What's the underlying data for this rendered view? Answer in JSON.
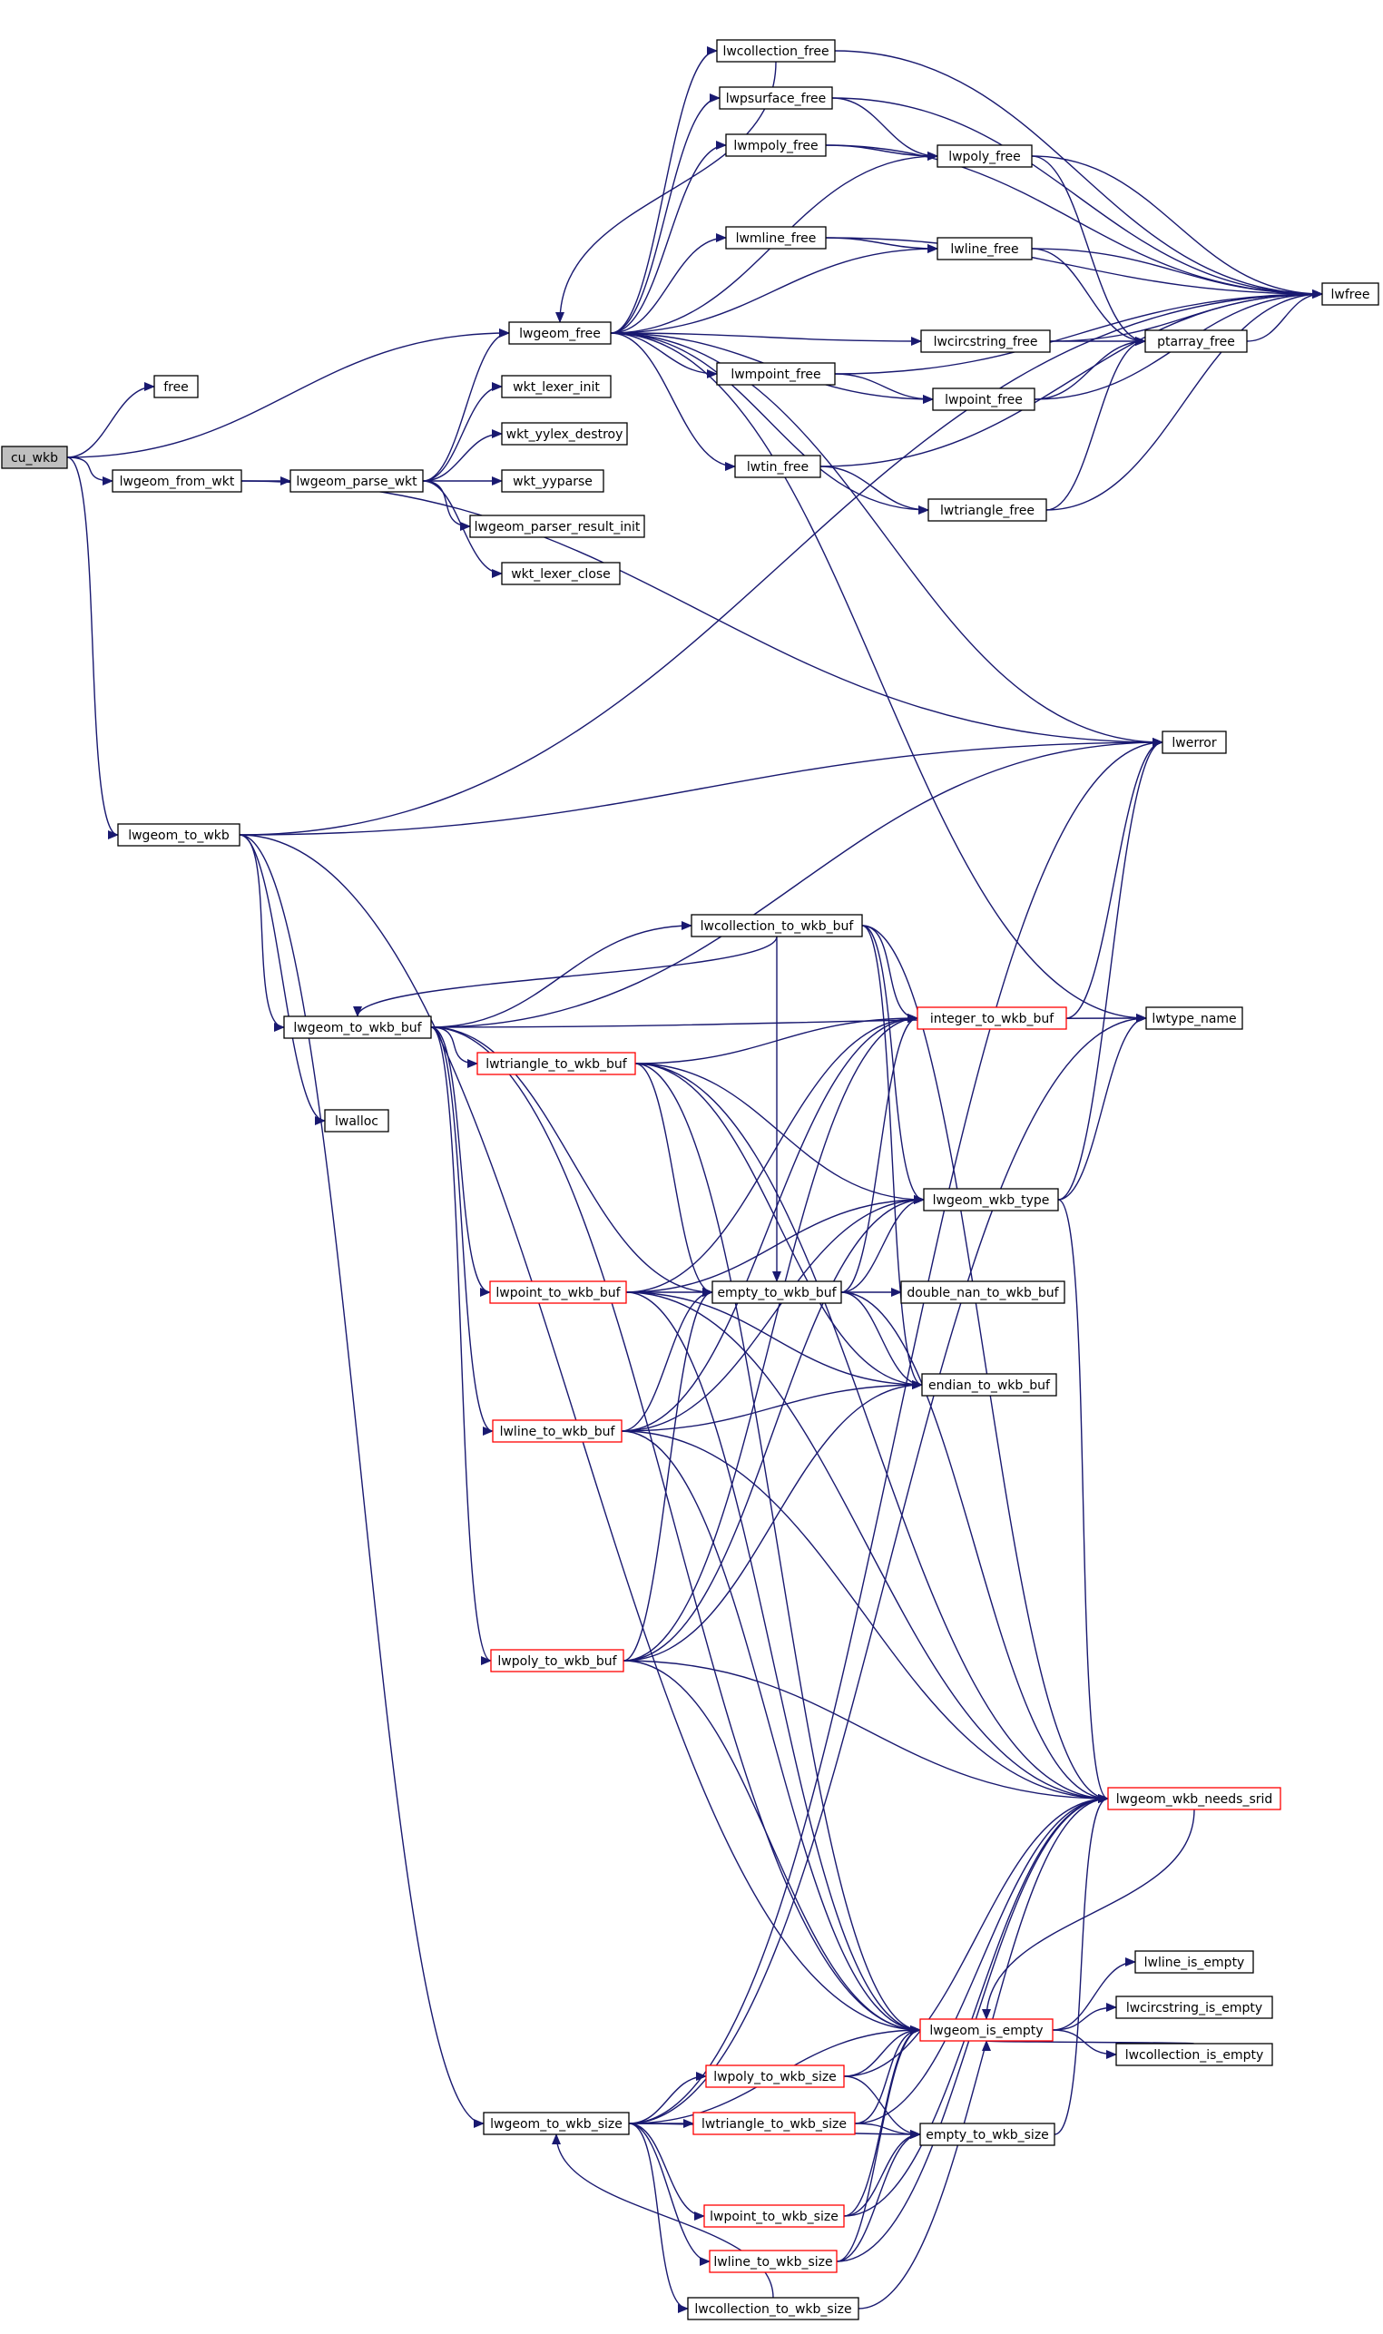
{
  "colors": {
    "edge": "#191970",
    "node_border": "#000000",
    "node_border_red": "#ff0000",
    "root_fill": "#bfbfbf",
    "node_fill": "#ffffff"
  },
  "nodes": {
    "cu_wkb": "cu_wkb",
    "free": "free",
    "lwgeom_from_wkt": "lwgeom_from_wkt",
    "lwgeom_parse_wkt": "lwgeom_parse_wkt",
    "wkt_lexer_init": "wkt_lexer_init",
    "wkt_yylex_destroy": "wkt_yylex_destroy",
    "wkt_yyparse": "wkt_yyparse",
    "lwgeom_parser_result_init": "lwgeom_parser_result_init",
    "wkt_lexer_close": "wkt_lexer_close",
    "lwgeom_free": "lwgeom_free",
    "lwcollection_free": "lwcollection_free",
    "lwpsurface_free": "lwpsurface_free",
    "lwmpoly_free": "lwmpoly_free",
    "lwpoly_free": "lwpoly_free",
    "lwmline_free": "lwmline_free",
    "lwline_free": "lwline_free",
    "lwfree": "lwfree",
    "lwcircstring_free": "lwcircstring_free",
    "ptarray_free": "ptarray_free",
    "lwmpoint_free": "lwmpoint_free",
    "lwpoint_free": "lwpoint_free",
    "lwtin_free": "lwtin_free",
    "lwtriangle_free": "lwtriangle_free",
    "lwerror": "lwerror",
    "lwgeom_to_wkb": "lwgeom_to_wkb",
    "lwgeom_to_wkb_buf": "lwgeom_to_wkb_buf",
    "lwalloc": "lwalloc",
    "lwcollection_to_wkb_buf": "lwcollection_to_wkb_buf",
    "integer_to_wkb_buf": "integer_to_wkb_buf",
    "lwtype_name": "lwtype_name",
    "lwtriangle_to_wkb_buf": "lwtriangle_to_wkb_buf",
    "lwgeom_wkb_type": "lwgeom_wkb_type",
    "lwpoint_to_wkb_buf": "lwpoint_to_wkb_buf",
    "empty_to_wkb_buf": "empty_to_wkb_buf",
    "double_nan_to_wkb_buf": "double_nan_to_wkb_buf",
    "endian_to_wkb_buf": "endian_to_wkb_buf",
    "lwline_to_wkb_buf": "lwline_to_wkb_buf",
    "lwpoly_to_wkb_buf": "lwpoly_to_wkb_buf",
    "lwgeom_wkb_needs_srid": "lwgeom_wkb_needs_srid",
    "lwline_is_empty": "lwline_is_empty",
    "lwgeom_is_empty": "lwgeom_is_empty",
    "lwcircstring_is_empty": "lwcircstring_is_empty",
    "lwcollection_is_empty": "lwcollection_is_empty",
    "lwpoly_to_wkb_size": "lwpoly_to_wkb_size",
    "lwgeom_to_wkb_size": "lwgeom_to_wkb_size",
    "lwtriangle_to_wkb_size": "lwtriangle_to_wkb_size",
    "empty_to_wkb_size": "empty_to_wkb_size",
    "lwpoint_to_wkb_size": "lwpoint_to_wkb_size",
    "lwline_to_wkb_size": "lwline_to_wkb_size",
    "lwcollection_to_wkb_size": "lwcollection_to_wkb_size"
  },
  "edges": [
    [
      "cu_wkb",
      "free"
    ],
    [
      "cu_wkb",
      "lwgeom_free"
    ],
    [
      "cu_wkb",
      "lwgeom_from_wkt"
    ],
    [
      "cu_wkb",
      "lwgeom_to_wkb"
    ],
    [
      "lwgeom_from_wkt",
      "lwgeom_parse_wkt"
    ],
    [
      "lwgeom_from_wkt",
      "lwerror"
    ],
    [
      "lwgeom_parse_wkt",
      "lwgeom_free"
    ],
    [
      "lwgeom_parse_wkt",
      "wkt_lexer_init"
    ],
    [
      "lwgeom_parse_wkt",
      "wkt_yylex_destroy"
    ],
    [
      "lwgeom_parse_wkt",
      "wkt_yyparse"
    ],
    [
      "lwgeom_parse_wkt",
      "lwgeom_parser_result_init"
    ],
    [
      "lwgeom_parse_wkt",
      "wkt_lexer_close"
    ],
    [
      "lwgeom_free",
      "lwcollection_free"
    ],
    [
      "lwgeom_free",
      "lwpsurface_free"
    ],
    [
      "lwgeom_free",
      "lwmpoly_free"
    ],
    [
      "lwgeom_free",
      "lwpoly_free"
    ],
    [
      "lwgeom_free",
      "lwmline_free"
    ],
    [
      "lwgeom_free",
      "lwline_free"
    ],
    [
      "lwgeom_free",
      "lwcircstring_free"
    ],
    [
      "lwgeom_free",
      "lwmpoint_free"
    ],
    [
      "lwgeom_free",
      "lwpoint_free"
    ],
    [
      "lwgeom_free",
      "lwtin_free"
    ],
    [
      "lwgeom_free",
      "lwtriangle_free"
    ],
    [
      "lwgeom_free",
      "lwerror"
    ],
    [
      "lwgeom_free",
      "lwtype_name"
    ],
    [
      "lwcollection_free",
      "lwgeom_free"
    ],
    [
      "lwcollection_free",
      "lwfree"
    ],
    [
      "lwpsurface_free",
      "lwpoly_free"
    ],
    [
      "lwpsurface_free",
      "lwfree"
    ],
    [
      "lwmpoly_free",
      "lwpoly_free"
    ],
    [
      "lwmpoly_free",
      "lwfree"
    ],
    [
      "lwpoly_free",
      "lwfree"
    ],
    [
      "lwpoly_free",
      "ptarray_free"
    ],
    [
      "lwmline_free",
      "lwline_free"
    ],
    [
      "lwmline_free",
      "lwfree"
    ],
    [
      "lwline_free",
      "lwfree"
    ],
    [
      "lwline_free",
      "ptarray_free"
    ],
    [
      "lwcircstring_free",
      "ptarray_free"
    ],
    [
      "lwcircstring_free",
      "lwfree"
    ],
    [
      "lwmpoint_free",
      "lwpoint_free"
    ],
    [
      "lwmpoint_free",
      "lwfree"
    ],
    [
      "lwpoint_free",
      "ptarray_free"
    ],
    [
      "lwpoint_free",
      "lwfree"
    ],
    [
      "lwtin_free",
      "lwtriangle_free"
    ],
    [
      "lwtin_free",
      "lwfree"
    ],
    [
      "lwtriangle_free",
      "ptarray_free"
    ],
    [
      "lwtriangle_free",
      "lwfree"
    ],
    [
      "ptarray_free",
      "lwfree"
    ],
    [
      "lwgeom_to_wkb",
      "lwerror"
    ],
    [
      "lwgeom_to_wkb",
      "lwgeom_to_wkb_buf"
    ],
    [
      "lwgeom_to_wkb",
      "lwalloc"
    ],
    [
      "lwgeom_to_wkb",
      "lwgeom_is_empty"
    ],
    [
      "lwgeom_to_wkb",
      "lwgeom_to_wkb_size"
    ],
    [
      "lwgeom_to_wkb",
      "lwfree"
    ],
    [
      "lwgeom_to_wkb_buf",
      "lwcollection_to_wkb_buf"
    ],
    [
      "lwgeom_to_wkb_buf",
      "lwerror"
    ],
    [
      "lwgeom_to_wkb_buf",
      "lwtype_name"
    ],
    [
      "lwgeom_to_wkb_buf",
      "lwtriangle_to_wkb_buf"
    ],
    [
      "lwgeom_to_wkb_buf",
      "lwpoint_to_wkb_buf"
    ],
    [
      "lwgeom_to_wkb_buf",
      "empty_to_wkb_buf"
    ],
    [
      "lwgeom_to_wkb_buf",
      "lwline_to_wkb_buf"
    ],
    [
      "lwgeom_to_wkb_buf",
      "lwpoly_to_wkb_buf"
    ],
    [
      "lwgeom_to_wkb_buf",
      "lwgeom_is_empty"
    ],
    [
      "lwcollection_to_wkb_buf",
      "lwgeom_to_wkb_buf"
    ],
    [
      "lwcollection_to_wkb_buf",
      "integer_to_wkb_buf"
    ],
    [
      "lwcollection_to_wkb_buf",
      "lwgeom_wkb_type"
    ],
    [
      "lwcollection_to_wkb_buf",
      "endian_to_wkb_buf"
    ],
    [
      "lwcollection_to_wkb_buf",
      "lwgeom_wkb_needs_srid"
    ],
    [
      "lwcollection_to_wkb_buf",
      "empty_to_wkb_buf"
    ],
    [
      "lwtriangle_to_wkb_buf",
      "integer_to_wkb_buf"
    ],
    [
      "lwtriangle_to_wkb_buf",
      "lwgeom_wkb_type"
    ],
    [
      "lwtriangle_to_wkb_buf",
      "empty_to_wkb_buf"
    ],
    [
      "lwtriangle_to_wkb_buf",
      "endian_to_wkb_buf"
    ],
    [
      "lwtriangle_to_wkb_buf",
      "lwgeom_wkb_needs_srid"
    ],
    [
      "lwtriangle_to_wkb_buf",
      "lwgeom_is_empty"
    ],
    [
      "lwpoint_to_wkb_buf",
      "integer_to_wkb_buf"
    ],
    [
      "lwpoint_to_wkb_buf",
      "lwgeom_wkb_type"
    ],
    [
      "lwpoint_to_wkb_buf",
      "empty_to_wkb_buf"
    ],
    [
      "lwpoint_to_wkb_buf",
      "endian_to_wkb_buf"
    ],
    [
      "lwpoint_to_wkb_buf",
      "lwgeom_wkb_needs_srid"
    ],
    [
      "lwpoint_to_wkb_buf",
      "lwgeom_is_empty"
    ],
    [
      "lwline_to_wkb_buf",
      "integer_to_wkb_buf"
    ],
    [
      "lwline_to_wkb_buf",
      "lwgeom_wkb_type"
    ],
    [
      "lwline_to_wkb_buf",
      "empty_to_wkb_buf"
    ],
    [
      "lwline_to_wkb_buf",
      "endian_to_wkb_buf"
    ],
    [
      "lwline_to_wkb_buf",
      "lwgeom_wkb_needs_srid"
    ],
    [
      "lwline_to_wkb_buf",
      "lwgeom_is_empty"
    ],
    [
      "lwpoly_to_wkb_buf",
      "integer_to_wkb_buf"
    ],
    [
      "lwpoly_to_wkb_buf",
      "lwgeom_wkb_type"
    ],
    [
      "lwpoly_to_wkb_buf",
      "empty_to_wkb_buf"
    ],
    [
      "lwpoly_to_wkb_buf",
      "endian_to_wkb_buf"
    ],
    [
      "lwpoly_to_wkb_buf",
      "lwgeom_wkb_needs_srid"
    ],
    [
      "lwpoly_to_wkb_buf",
      "lwgeom_is_empty"
    ],
    [
      "empty_to_wkb_buf",
      "lwgeom_wkb_type"
    ],
    [
      "empty_to_wkb_buf",
      "double_nan_to_wkb_buf"
    ],
    [
      "empty_to_wkb_buf",
      "endian_to_wkb_buf"
    ],
    [
      "empty_to_wkb_buf",
      "integer_to_wkb_buf"
    ],
    [
      "empty_to_wkb_buf",
      "lwgeom_wkb_needs_srid"
    ],
    [
      "integer_to_wkb_buf",
      "lwerror"
    ],
    [
      "lwgeom_wkb_type",
      "lwerror"
    ],
    [
      "lwgeom_wkb_type",
      "lwtype_name"
    ],
    [
      "lwgeom_wkb_type",
      "lwgeom_wkb_needs_srid"
    ],
    [
      "lwgeom_wkb_needs_srid",
      "lwgeom_is_empty"
    ],
    [
      "lwgeom_is_empty",
      "lwline_is_empty"
    ],
    [
      "lwgeom_is_empty",
      "lwcircstring_is_empty"
    ],
    [
      "lwgeom_is_empty",
      "lwcollection_is_empty"
    ],
    [
      "lwcollection_is_empty",
      "lwgeom_is_empty"
    ],
    [
      "lwgeom_to_wkb_size",
      "lwpoly_to_wkb_size"
    ],
    [
      "lwgeom_to_wkb_size",
      "lwtriangle_to_wkb_size"
    ],
    [
      "lwgeom_to_wkb_size",
      "empty_to_wkb_size"
    ],
    [
      "lwgeom_to_wkb_size",
      "lwpoint_to_wkb_size"
    ],
    [
      "lwgeom_to_wkb_size",
      "lwline_to_wkb_size"
    ],
    [
      "lwgeom_to_wkb_size",
      "lwcollection_to_wkb_size"
    ],
    [
      "lwgeom_to_wkb_size",
      "lwgeom_is_empty"
    ],
    [
      "lwgeom_to_wkb_size",
      "lwerror"
    ],
    [
      "lwgeom_to_wkb_size",
      "lwtype_name"
    ],
    [
      "lwpoly_to_wkb_size",
      "lwgeom_is_empty"
    ],
    [
      "lwpoly_to_wkb_size",
      "empty_to_wkb_size"
    ],
    [
      "lwpoly_to_wkb_size",
      "lwgeom_wkb_needs_srid"
    ],
    [
      "lwtriangle_to_wkb_size",
      "lwgeom_is_empty"
    ],
    [
      "lwtriangle_to_wkb_size",
      "empty_to_wkb_size"
    ],
    [
      "lwtriangle_to_wkb_size",
      "lwgeom_wkb_needs_srid"
    ],
    [
      "lwpoint_to_wkb_size",
      "lwgeom_is_empty"
    ],
    [
      "lwpoint_to_wkb_size",
      "empty_to_wkb_size"
    ],
    [
      "lwpoint_to_wkb_size",
      "lwgeom_wkb_needs_srid"
    ],
    [
      "lwline_to_wkb_size",
      "lwgeom_is_empty"
    ],
    [
      "lwline_to_wkb_size",
      "empty_to_wkb_size"
    ],
    [
      "lwline_to_wkb_size",
      "lwgeom_wkb_needs_srid"
    ],
    [
      "lwcollection_to_wkb_size",
      "lwgeom_to_wkb_size"
    ],
    [
      "lwcollection_to_wkb_size",
      "lwgeom_wkb_needs_srid"
    ],
    [
      "empty_to_wkb_size",
      "lwgeom_wkb_needs_srid"
    ]
  ]
}
